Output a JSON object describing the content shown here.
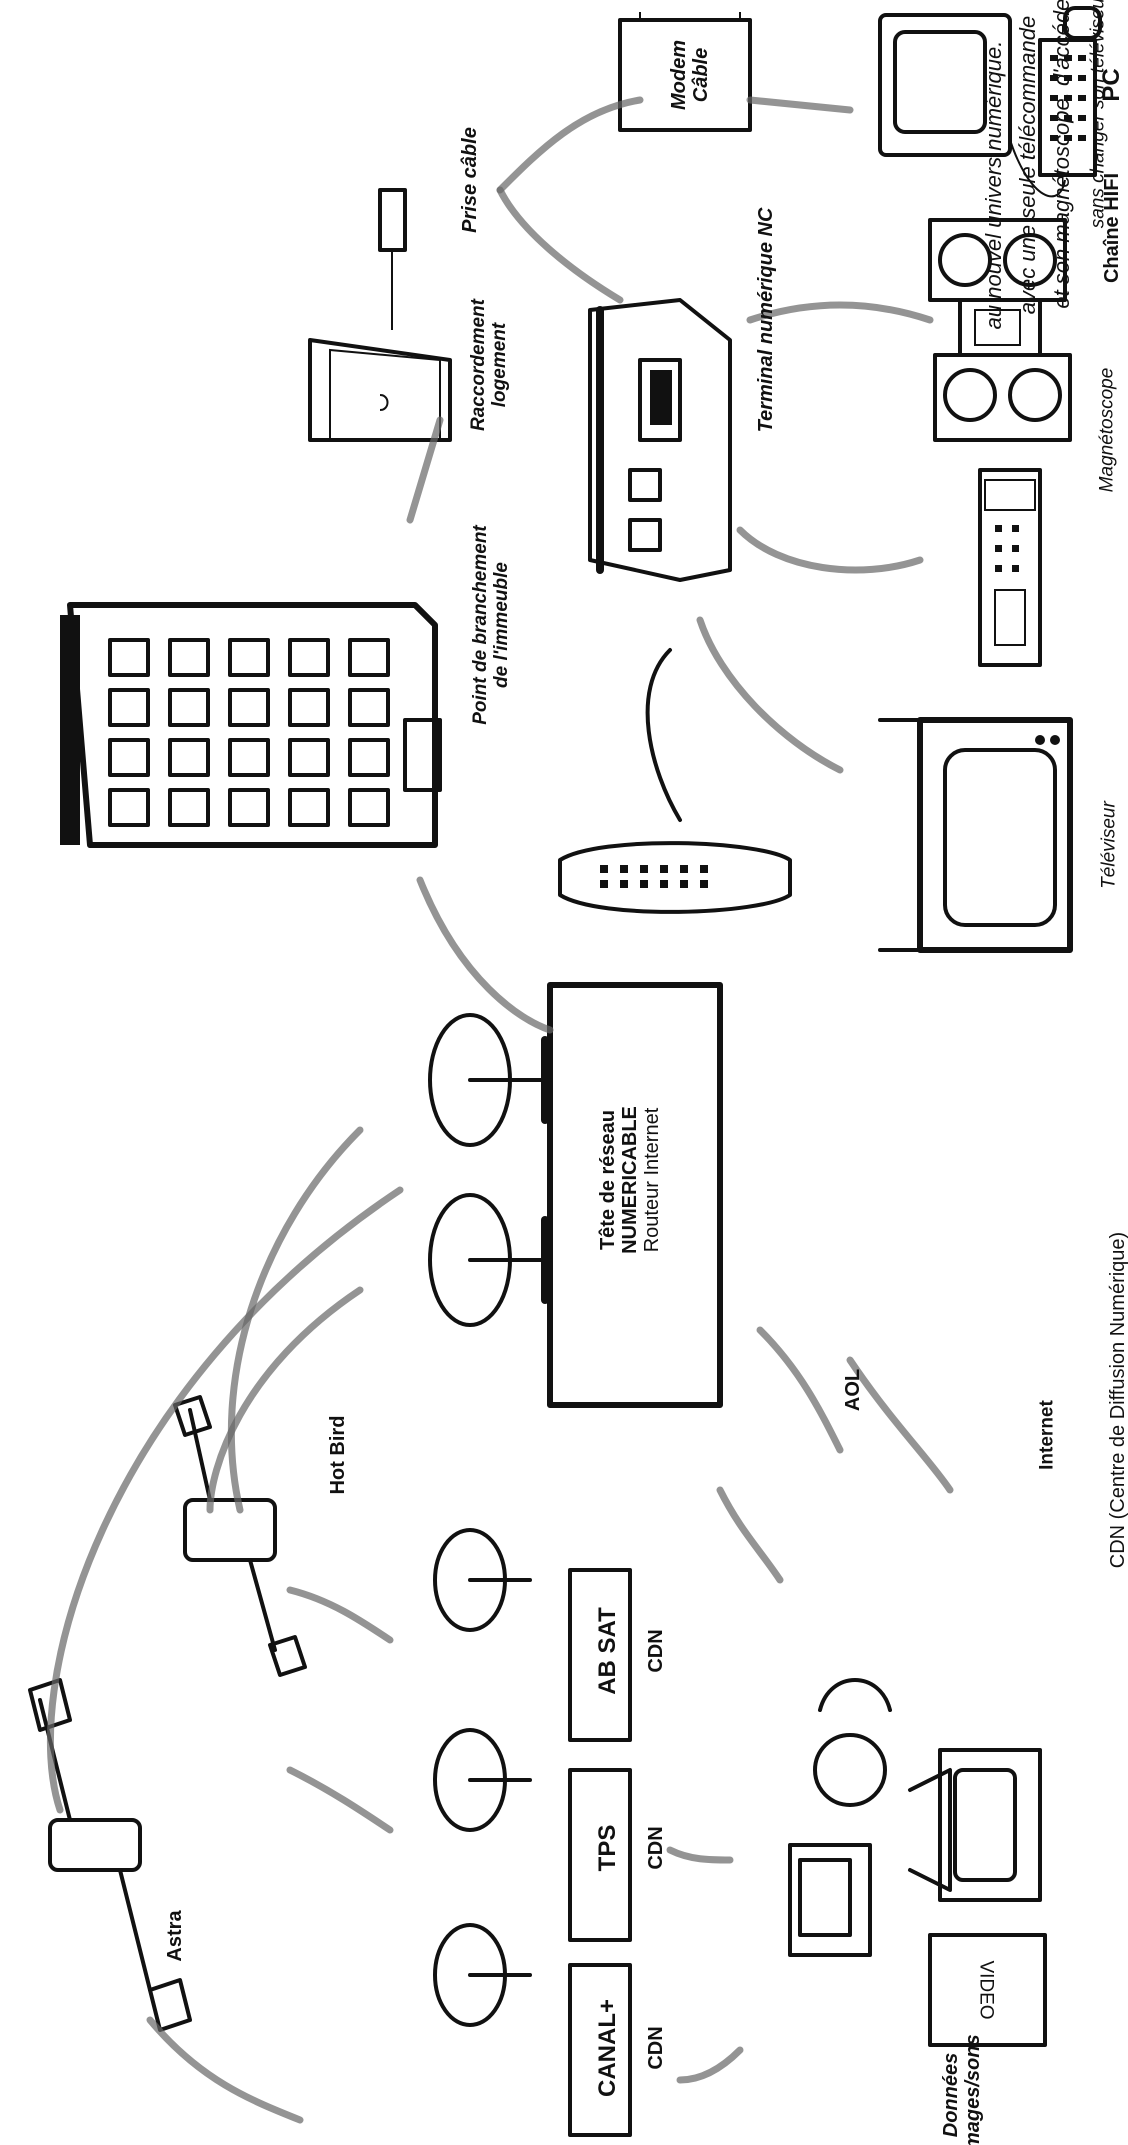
{
  "intro": {
    "line1": "sans changer son téléviseur",
    "line2": "et son magnétoscope, d'accéder",
    "line3": "avec une seule télécommande",
    "line4": "au nouvel univers numérique."
  },
  "labels": {
    "modem": "Modem",
    "cable": "Câble",
    "pc": "PC",
    "prise_cable": "Prise câble",
    "chaine_hifi": "Chaîne HIFI",
    "terminal": "Terminal numérique NC",
    "raccordement_1": "Raccordement",
    "raccordement_2": "logement",
    "magnetoscope": "Magnétoscope",
    "point_branchement_1": "Point de branchement",
    "point_branchement_2": "de l'immeuble",
    "televiseur": "Téléviseur",
    "tete_reseau_1": "Tête de réseau",
    "tete_reseau_2": "NUMERICABLE",
    "tete_reseau_3": "Routeur Internet",
    "aol": "AOL",
    "internet": "Internet",
    "cdn_full": "CDN (Centre de Diffusion Numérique)",
    "astra": "Astra",
    "hot_bird": "Hot Bird",
    "canal_plus": "CANAL+",
    "tps": "TPS",
    "ab_sat": "AB SAT",
    "cdn": "CDN",
    "donnees_1": "Données",
    "donnees_2": "Images/sons",
    "video": "VIDEO"
  }
}
